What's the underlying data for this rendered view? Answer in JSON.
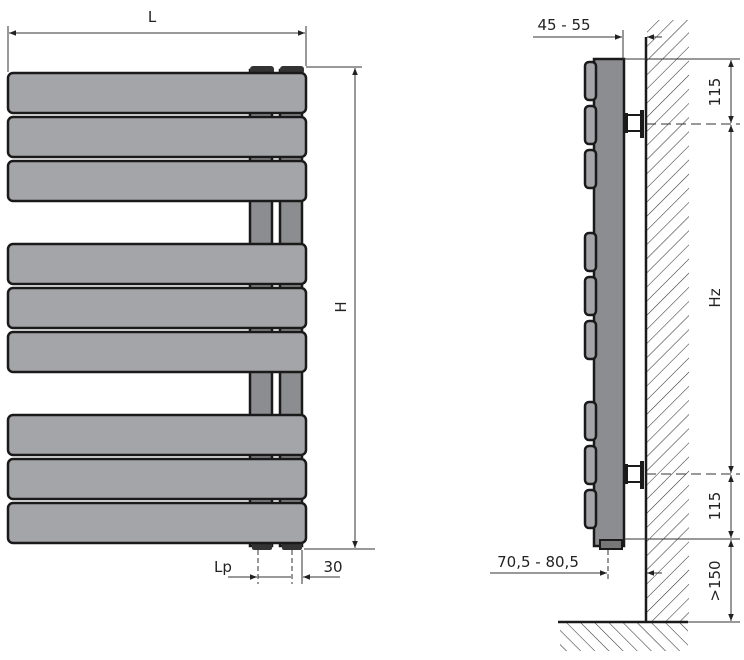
{
  "front_view": {
    "width_label": "L",
    "height_label": "H",
    "pipe_spacing_label": "Lp",
    "pipe_offset_label": "30",
    "panel_groups": [
      3,
      3,
      3
    ]
  },
  "side_view": {
    "wall_distance_label": "45 - 55",
    "top_offset_label": "115",
    "bracket_spacing_label": "Hz",
    "bottom_offset_label": "115",
    "floor_clearance_label": ">150",
    "pipe_wall_distance_label": "70,5 - 80,5"
  },
  "colors": {
    "panel_fill": "#a4a5a8",
    "pipe_fill": "#8c8d90",
    "outline": "#1a1a1a",
    "dimension_line": "#333333"
  }
}
